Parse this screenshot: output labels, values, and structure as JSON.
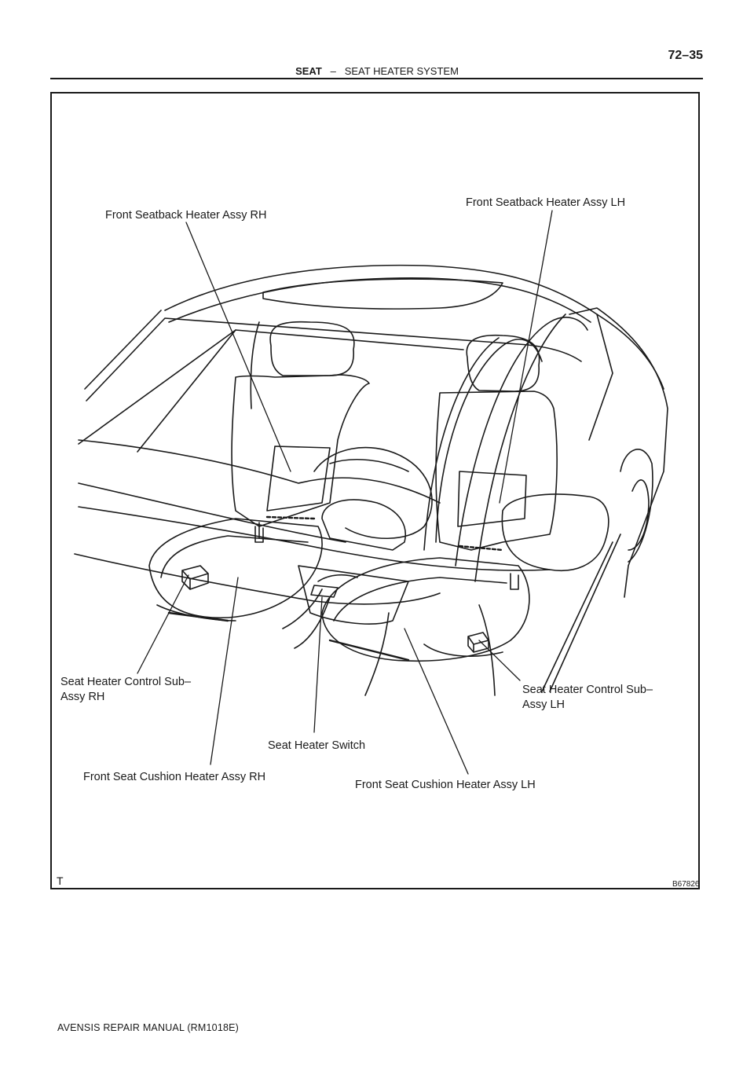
{
  "header": {
    "section": "SEAT",
    "separator": "–",
    "subsection": "SEAT HEATER SYSTEM",
    "page_number": "72–35"
  },
  "diagram": {
    "labels": {
      "seatback_rh": "Front Seatback Heater Assy  RH",
      "seatback_lh": "Front Seatback Heater Assy LH",
      "control_rh_line1": "Seat  Heater  Control  Sub–",
      "control_rh_line2": "Assy RH",
      "control_lh_line1": "Seat  Heater  Control  Sub–",
      "control_lh_line2": "Assy LH",
      "switch": "Seat Heater Switch",
      "cushion_rh": "Front Seat Cushion Heater Assy RH",
      "cushion_lh": "Front Seat Cushion Heater Assy LH"
    },
    "corner_mark": "T",
    "figure_code": "B67826"
  },
  "footer": {
    "text": "AVENSIS REPAIR MANUAL   (RM1018E)"
  }
}
